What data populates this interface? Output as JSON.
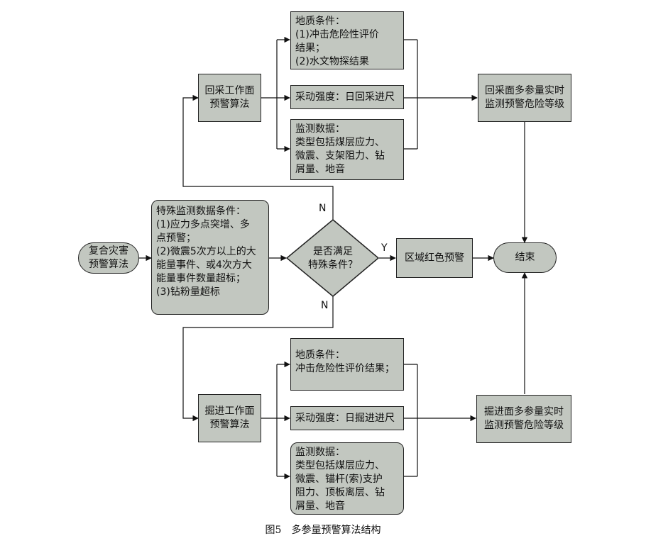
{
  "start": [
    "复合灾害",
    "预警算法"
  ],
  "top_branch": {
    "method": [
      "回采工作面",
      "预警算法"
    ],
    "geology": [
      "地质条件：",
      "(1)冲击危险性评价",
      "结果；",
      "(2)水文物探结果"
    ],
    "mining": [
      "采动强度：日回采进尺"
    ],
    "monitoring": [
      "监测数据：",
      "类型包括煤层应力、",
      "微震、支架阻力、钻",
      "屑量、地音"
    ],
    "result": [
      "回采面多参量实时",
      "监测预警危险等级"
    ]
  },
  "special_conditions": [
    "特殊监测数据条件：",
    "(1)应力多点突增、多",
    "点预警；",
    "(2)微震5次方以上的大",
    "能量事件、或4次方大",
    "能量事件数量超标；",
    "(3)钻粉量超标"
  ],
  "decision": [
    "是否满足",
    "特殊条件？"
  ],
  "labels": {
    "yes": "Y",
    "no_top": "N",
    "no_bottom": "N"
  },
  "red_alert": [
    "区域红色预警"
  ],
  "end": [
    "结束"
  ],
  "bottom_branch": {
    "method": [
      "掘进工作面",
      "预警算法"
    ],
    "geology": [
      "地质条件：",
      "冲击危险性评价结果；"
    ],
    "mining": [
      "采动强度：日掘进进尺"
    ],
    "monitoring": [
      "监测数据：",
      "类型包括煤层应力、",
      "微震、锚杆(索)支护",
      "阻力、顶板离层、钻",
      "屑量、地音"
    ],
    "result": [
      "掘进面多参量实时",
      "监测预警危险等级"
    ]
  },
  "caption": "图5　多参量预警算法结构"
}
